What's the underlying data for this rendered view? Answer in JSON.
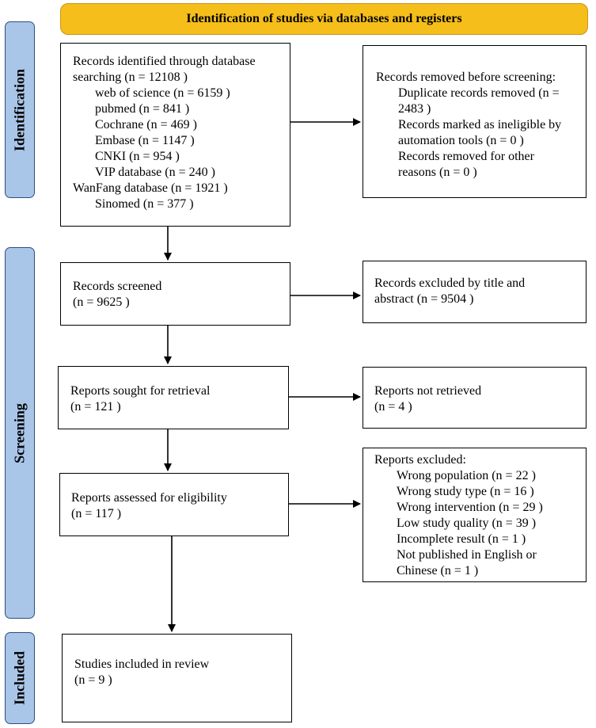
{
  "header": {
    "title": "Identification of studies via databases and registers"
  },
  "phases": {
    "identification": "Identification",
    "screening": "Screening",
    "included": "Included"
  },
  "identified": {
    "lines": [
      "Records identified through database",
      "searching (n = 12108 )",
      "web of science (n = 6159 )",
      "pubmed (n = 841 )",
      "Cochrane (n = 469 )",
      "Embase (n = 1147 )",
      "CNKI (n = 954 )",
      "VIP database (n = 240 )",
      "WanFang database (n = 1921 )",
      "Sinomed (n = 377 )"
    ]
  },
  "removed": {
    "lines": [
      "Records removed before screening:",
      "Duplicate records removed  (n =",
      "2483 )",
      "Records marked as ineligible by",
      "automation tools (n = 0 )",
      "Records removed for other",
      "reasons (n = 0 )"
    ]
  },
  "screened": {
    "lines": [
      "Records screened",
      "(n = 9625 )"
    ]
  },
  "excluded_title": {
    "lines": [
      "Records excluded by title and",
      "abstract (n = 9504 )"
    ]
  },
  "sought": {
    "lines": [
      "Reports sought for retrieval",
      "(n = 121 )"
    ]
  },
  "not_retrieved": {
    "lines": [
      "Reports not retrieved",
      "(n = 4 )"
    ]
  },
  "assessed": {
    "lines": [
      "Reports assessed for eligibility",
      "(n = 117 )"
    ]
  },
  "reports_excluded": {
    "lines": [
      "Reports excluded:",
      "Wrong population (n = 22 )",
      "Wrong study type (n = 16 )",
      "Wrong intervention (n = 29 )",
      "Low study quality (n = 39 )",
      "Incomplete result (n = 1 )",
      "Not published in English or",
      "Chinese (n = 1 )"
    ]
  },
  "included": {
    "lines": [
      "Studies included in review",
      "(n = 9 )"
    ]
  }
}
